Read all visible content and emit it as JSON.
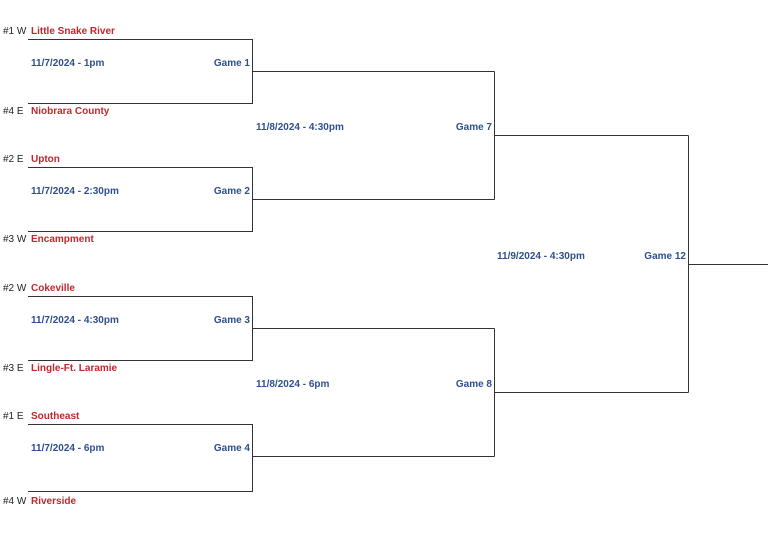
{
  "teams": [
    {
      "seed": "#1 W",
      "name": "Little Snake River"
    },
    {
      "seed": "#4 E",
      "name": "Niobrara County"
    },
    {
      "seed": "#2 E",
      "name": "Upton"
    },
    {
      "seed": "#3 W",
      "name": "Encampment"
    },
    {
      "seed": "#2 W",
      "name": "Cokeville"
    },
    {
      "seed": "#3 E",
      "name": "Lingle-Ft. Laramie"
    },
    {
      "seed": "#1 E",
      "name": "Southeast"
    },
    {
      "seed": "#4 W",
      "name": "Riverside"
    }
  ],
  "round1": [
    {
      "label": "Game 1",
      "time": "11/7/2024 - 1pm"
    },
    {
      "label": "Game 2",
      "time": "11/7/2024 - 2:30pm"
    },
    {
      "label": "Game 3",
      "time": "11/7/2024 - 4:30pm"
    },
    {
      "label": "Game 4",
      "time": "11/7/2024 - 6pm"
    }
  ],
  "round2": [
    {
      "label": "Game 7",
      "time": "11/8/2024 - 4:30pm"
    },
    {
      "label": "Game 8",
      "time": "11/8/2024 - 6pm"
    }
  ],
  "final": {
    "label": "Game 12",
    "time": "11/9/2024 - 4:30pm"
  },
  "colors": {
    "team": "#c1272d",
    "schedule": "#2f4f8f",
    "line": "#333333"
  }
}
